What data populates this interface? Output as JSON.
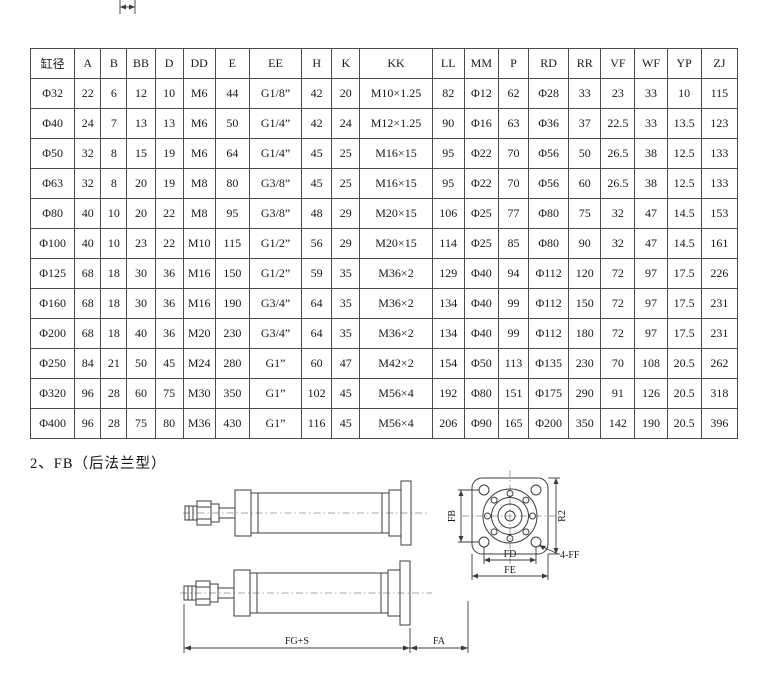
{
  "page": {
    "section_title": "2、FB（后法兰型）"
  },
  "table": {
    "headers": [
      "缸径",
      "A",
      "B",
      "BB",
      "D",
      "DD",
      "E",
      "EE",
      "H",
      "K",
      "KK",
      "LL",
      "MM",
      "P",
      "RD",
      "RR",
      "VF",
      "WF",
      "YP",
      "ZJ"
    ],
    "rows": [
      [
        "Φ32",
        "22",
        "6",
        "12",
        "10",
        "M6",
        "44",
        "G1/8”",
        "42",
        "20",
        "M10×1.25",
        "82",
        "Φ12",
        "62",
        "Φ28",
        "33",
        "23",
        "33",
        "10",
        "115"
      ],
      [
        "Φ40",
        "24",
        "7",
        "13",
        "13",
        "M6",
        "50",
        "G1/4”",
        "42",
        "24",
        "M12×1.25",
        "90",
        "Φ16",
        "63",
        "Φ36",
        "37",
        "22.5",
        "33",
        "13.5",
        "123"
      ],
      [
        "Φ50",
        "32",
        "8",
        "15",
        "19",
        "M6",
        "64",
        "G1/4”",
        "45",
        "25",
        "M16×15",
        "95",
        "Φ22",
        "70",
        "Φ56",
        "50",
        "26.5",
        "38",
        "12.5",
        "133"
      ],
      [
        "Φ63",
        "32",
        "8",
        "20",
        "19",
        "M8",
        "80",
        "G3/8”",
        "45",
        "25",
        "M16×15",
        "95",
        "Φ22",
        "70",
        "Φ56",
        "60",
        "26.5",
        "38",
        "12.5",
        "133"
      ],
      [
        "Φ80",
        "40",
        "10",
        "20",
        "22",
        "M8",
        "95",
        "G3/8”",
        "48",
        "29",
        "M20×15",
        "106",
        "Φ25",
        "77",
        "Φ80",
        "75",
        "32",
        "47",
        "14.5",
        "153"
      ],
      [
        "Φ100",
        "40",
        "10",
        "23",
        "22",
        "M10",
        "115",
        "G1/2”",
        "56",
        "29",
        "M20×15",
        "114",
        "Φ25",
        "85",
        "Φ80",
        "90",
        "32",
        "47",
        "14.5",
        "161"
      ],
      [
        "Φ125",
        "68",
        "18",
        "30",
        "36",
        "M16",
        "150",
        "G1/2”",
        "59",
        "35",
        "M36×2",
        "129",
        "Φ40",
        "94",
        "Φ112",
        "120",
        "72",
        "97",
        "17.5",
        "226"
      ],
      [
        "Φ160",
        "68",
        "18",
        "30",
        "36",
        "M16",
        "190",
        "G3/4”",
        "64",
        "35",
        "M36×2",
        "134",
        "Φ40",
        "99",
        "Φ112",
        "150",
        "72",
        "97",
        "17.5",
        "231"
      ],
      [
        "Φ200",
        "68",
        "18",
        "40",
        "36",
        "M20",
        "230",
        "G3/4”",
        "64",
        "35",
        "M36×2",
        "134",
        "Φ40",
        "99",
        "Φ112",
        "180",
        "72",
        "97",
        "17.5",
        "231"
      ],
      [
        "Φ250",
        "84",
        "21",
        "50",
        "45",
        "M24",
        "280",
        "G1”",
        "60",
        "47",
        "M42×2",
        "154",
        "Φ50",
        "113",
        "Φ135",
        "230",
        "70",
        "108",
        "20.5",
        "262"
      ],
      [
        "Φ320",
        "96",
        "28",
        "60",
        "75",
        "M30",
        "350",
        "G1”",
        "102",
        "45",
        "M56×4",
        "192",
        "Φ80",
        "151",
        "Φ175",
        "290",
        "91",
        "126",
        "20.5",
        "318"
      ],
      [
        "Φ400",
        "96",
        "28",
        "75",
        "80",
        "M36",
        "430",
        "G1”",
        "116",
        "45",
        "M56×4",
        "206",
        "Φ90",
        "165",
        "Φ200",
        "350",
        "142",
        "190",
        "20.5",
        "396"
      ]
    ]
  },
  "drawings": {
    "flange": {
      "fb": "FB",
      "r2": "R2",
      "fd": "FD",
      "fe": "FE",
      "ff": "4-FF"
    },
    "side": {
      "fg_s": "FG+S",
      "fa": "FA"
    }
  }
}
